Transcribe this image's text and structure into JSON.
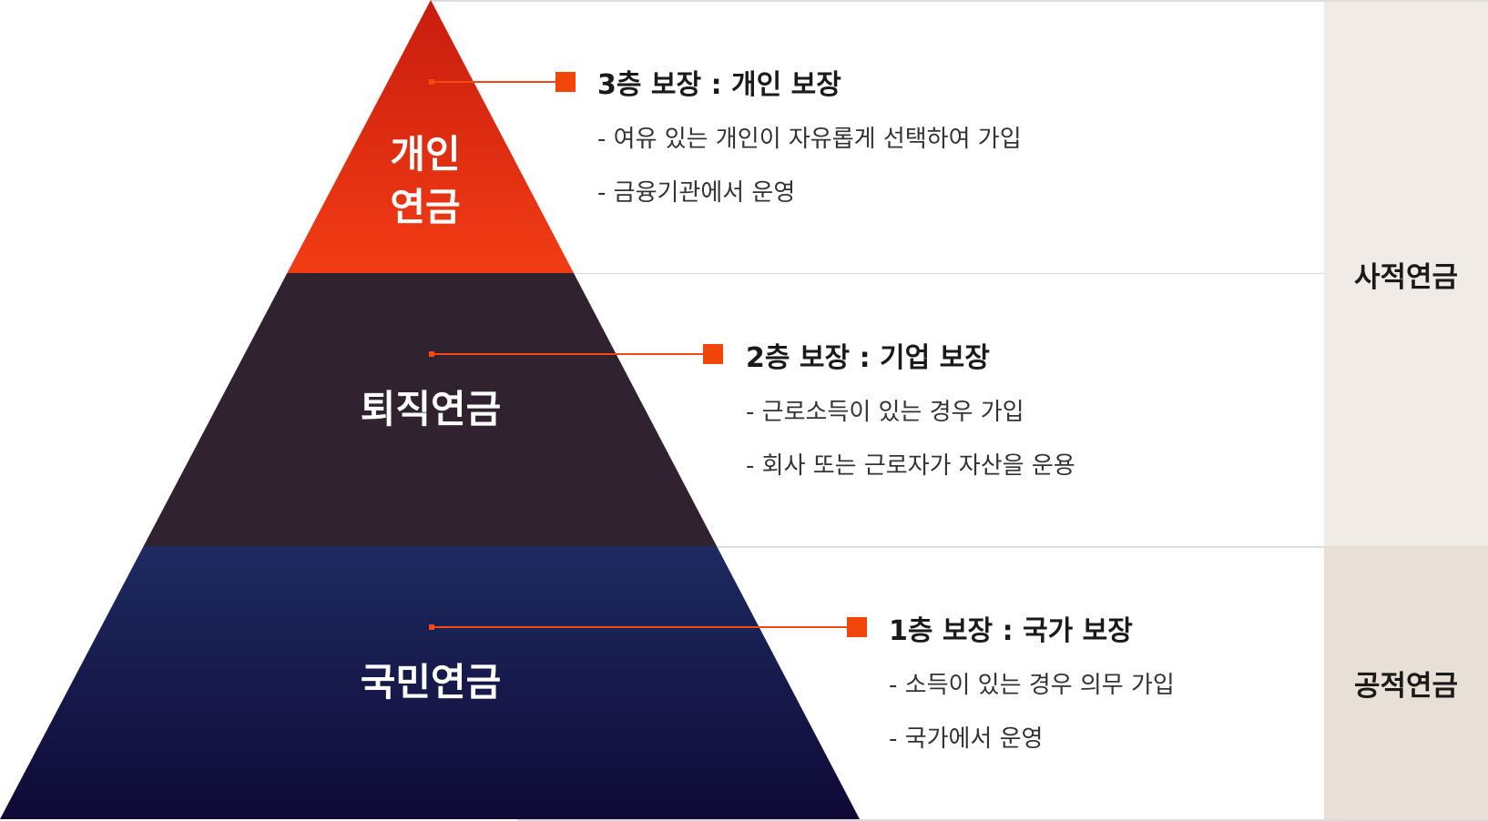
{
  "colors": {
    "accent": "#f2450a",
    "tier3_top": "#c81c0e",
    "tier3_bottom": "#f23c14",
    "tier2": "#30222e",
    "tier1_top": "#1e2a60",
    "tier1_bottom": "#0f0a36",
    "private_bg": "#f0ebe6",
    "public_bg": "#e8e0d6"
  },
  "tiers": [
    {
      "label": "개인\n연금",
      "label_lines": [
        "개인",
        "연금"
      ],
      "title": "3층 보장 : 개인 보장",
      "bullets": [
        "- 여유 있는 개인이 자유롭게 선택하여 가입",
        "- 금융기관에서 운영"
      ]
    },
    {
      "label": "퇴직연금",
      "title": "2층 보장 : 기업 보장",
      "bullets": [
        "- 근로소득이 있는 경우 가입",
        "- 회사 또는 근로자가 자산을 운용"
      ]
    },
    {
      "label": "국민연금",
      "title": "1층 보장 : 국가 보장",
      "bullets": [
        "- 소득이 있는 경우 의무 가입",
        "- 국가에서 운영"
      ]
    }
  ],
  "categories": {
    "private": "사적연금",
    "public": "공적연금"
  }
}
